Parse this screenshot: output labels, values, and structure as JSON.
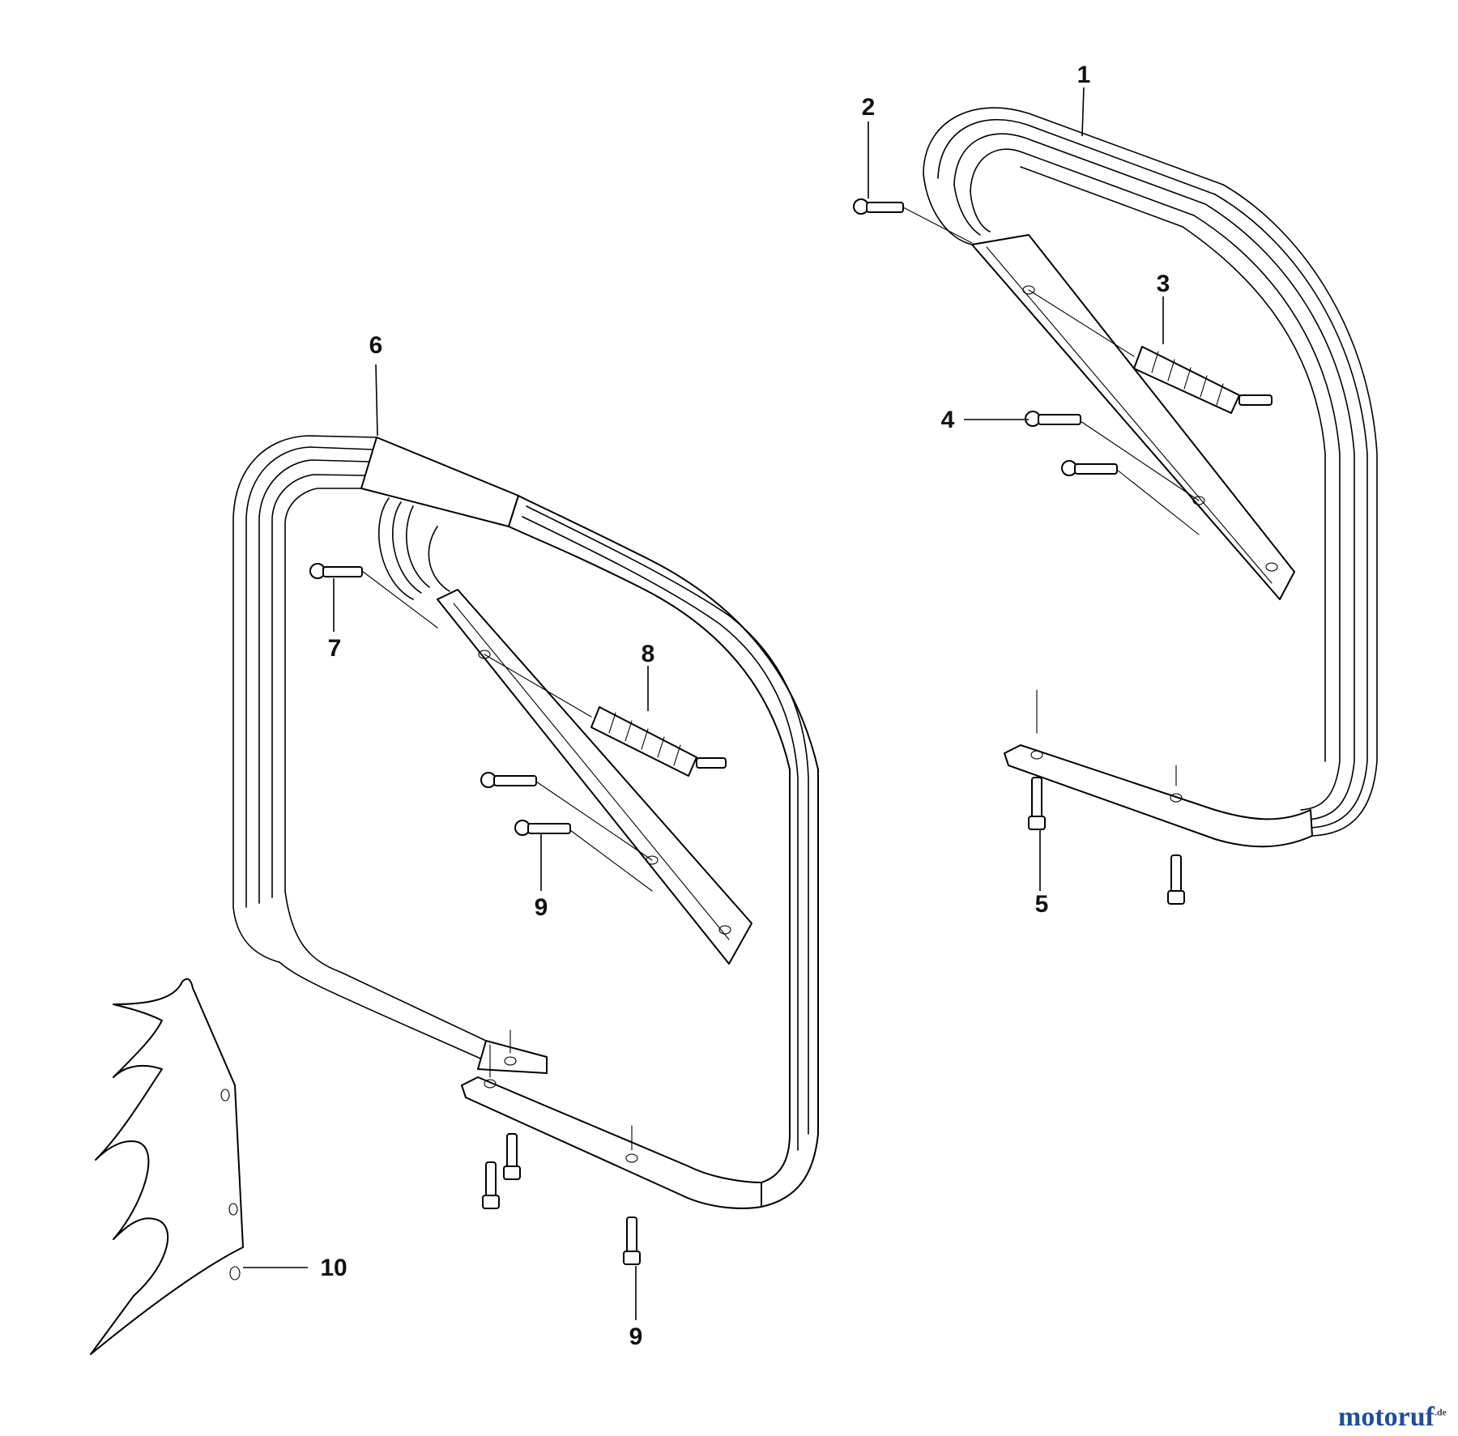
{
  "diagram": {
    "callouts": [
      {
        "id": "c1",
        "number": "1"
      },
      {
        "id": "c2",
        "number": "2"
      },
      {
        "id": "c3",
        "number": "3"
      },
      {
        "id": "c4",
        "number": "4"
      },
      {
        "id": "c5",
        "number": "5"
      },
      {
        "id": "c6",
        "number": "6"
      },
      {
        "id": "c7",
        "number": "7"
      },
      {
        "id": "c8",
        "number": "8"
      },
      {
        "id": "c9a",
        "number": "9"
      },
      {
        "id": "c9b",
        "number": "9"
      },
      {
        "id": "c10",
        "number": "10"
      }
    ]
  },
  "watermark": {
    "text": "motoruf",
    "suffix": ".de"
  }
}
